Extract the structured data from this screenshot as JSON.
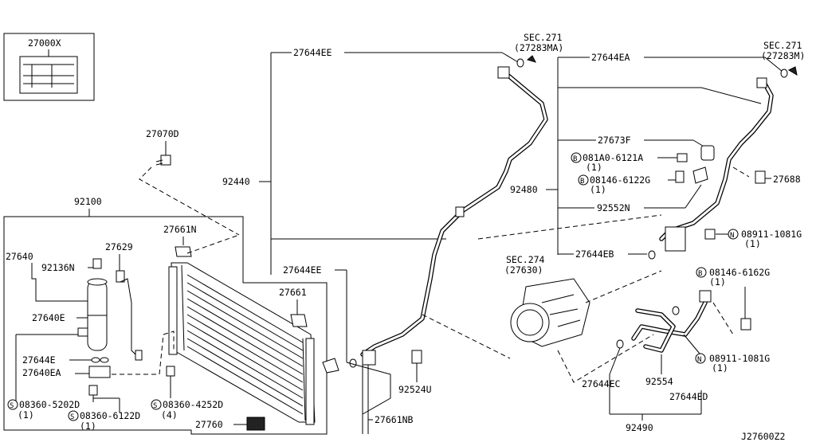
{
  "diagram_code": "J27600Z2",
  "labels": {
    "p27000X": "27000X",
    "p27070D": "27070D",
    "p92100": "92100",
    "p27661N": "27661N",
    "p27640": "27640",
    "p92136N": "92136N",
    "p27629": "27629",
    "p27640E": "27640E",
    "p27644E": "27644E",
    "p27640EA": "27640EA",
    "s08360_5202D": "08360-5202D",
    "s08360_5202D_qty": "(1)",
    "s08360_6122D": "08360-6122D",
    "s08360_6122D_qty": "(1)",
    "s08360_4252D": "08360-4252D",
    "s08360_4252D_qty": "(4)",
    "p27760": "27760",
    "p27661": "27661",
    "p27644EE_top": "27644EE",
    "p27644EE_mid": "27644EE",
    "p92440": "92440",
    "p27661NB": "27661NB",
    "p92524U": "92524U",
    "sec271_a": "SEC.271",
    "sec271_a_ref": "(27283MA)",
    "sec271_b": "SEC.271",
    "sec271_b_ref": "(27283M)",
    "p27644EA": "27644EA",
    "p27673F": "27673F",
    "b081A0_6121A": "081A0-6121A",
    "b081A0_6121A_qty": "(1)",
    "b08146_6122G": "08146-6122G",
    "b08146_6122G_qty": "(1)",
    "p92480": "92480",
    "p27688": "27688",
    "p92552N": "92552N",
    "n08911_1081G_a": "08911-1081G",
    "n08911_1081G_a_qty": "(1)",
    "p27644EB": "27644EB",
    "sec274": "SEC.274",
    "sec274_ref": "(27630)",
    "b08146_6162G": "08146-6162G",
    "b08146_6162G_qty": "(1)",
    "n08911_1081G_b": "08911-1081G",
    "n08911_1081G_b_qty": "(1)",
    "p27644EC": "27644EC",
    "p92554": "92554",
    "p27644ED": "27644ED",
    "p92490": "92490"
  },
  "symbols": {
    "S": "S",
    "B": "B",
    "N": "N"
  }
}
